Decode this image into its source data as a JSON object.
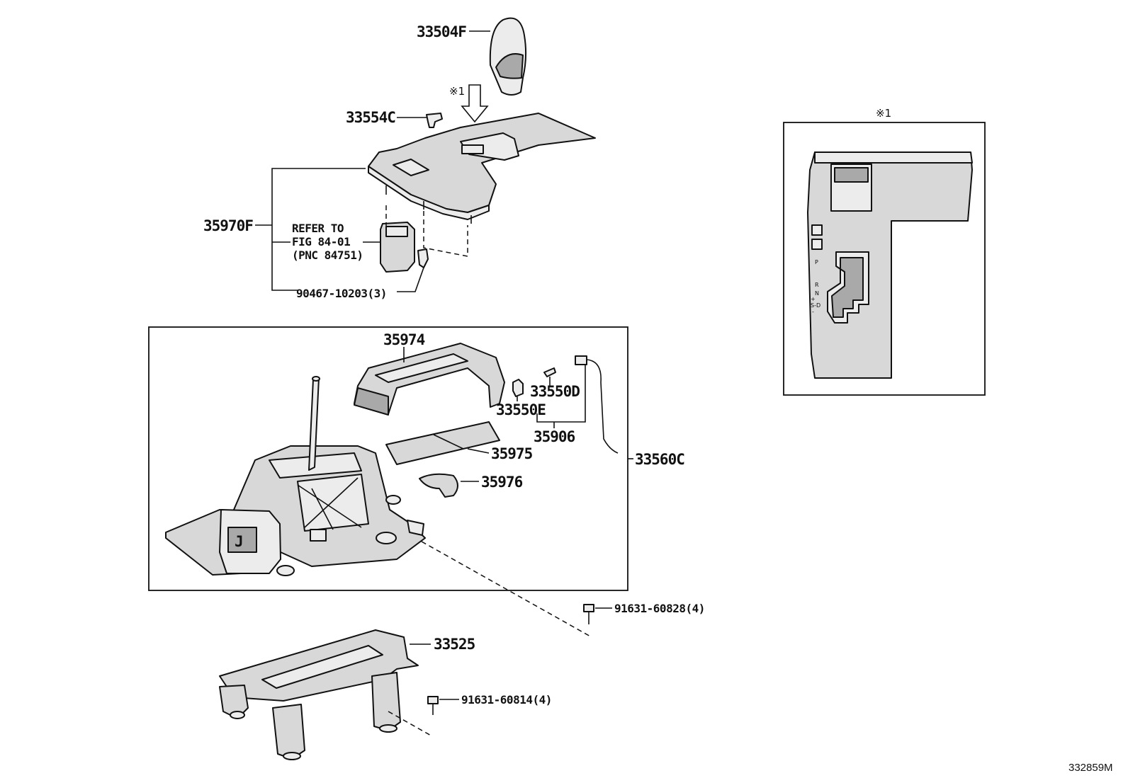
{
  "parts": {
    "shift_knob": "33504F",
    "plug": "33554C",
    "console_panel": "35970F",
    "refer_line1": "REFER TO",
    "refer_line2": "FIG 84-01",
    "refer_line3": "(PNC 84751)",
    "clip": "90467-10203(3)",
    "indicator_housing": "35974",
    "bulb_d": "33550D",
    "bulb_e": "33550E",
    "wire": "35906",
    "slide_plate": "35975",
    "detent_plate": "35976",
    "shift_lever_assy": "33560C",
    "bolt_upper": "91631-60828(4)",
    "bracket": "33525",
    "bolt_lower": "91631-60814(4)"
  },
  "view_marker": "※1",
  "inset": {
    "title": "※1",
    "gate_labels": [
      "P",
      "R",
      "N",
      "+",
      "S-D",
      "-"
    ]
  },
  "diagram_number": "332859M"
}
